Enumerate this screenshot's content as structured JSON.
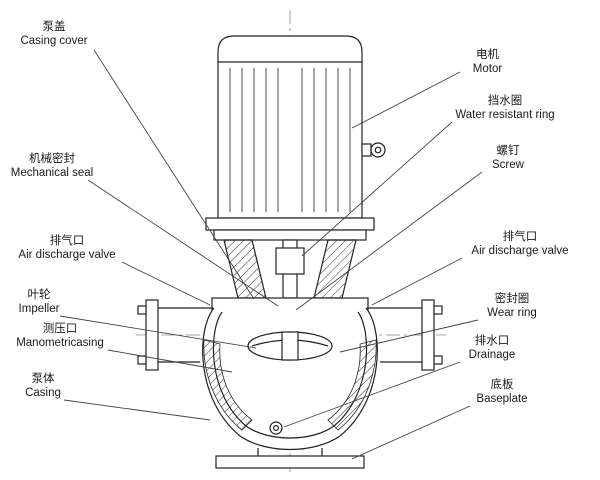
{
  "colors": {
    "line": "#222222",
    "leader": "#444444",
    "background": "#ffffff"
  },
  "labels": {
    "casing_cover": {
      "zh": "泵盖",
      "en": "Casing cover"
    },
    "mechanical_seal": {
      "zh": "机械密封",
      "en": "Mechanical seal"
    },
    "air_discharge_left": {
      "zh": "排气口",
      "en": "Air discharge valve"
    },
    "impeller": {
      "zh": "叶轮",
      "en": "Impeller"
    },
    "manometric": {
      "zh": "测压口",
      "en": "Manometricasing"
    },
    "casing": {
      "zh": "泵体",
      "en": "Casing"
    },
    "motor": {
      "zh": "电机",
      "en": "Motor"
    },
    "water_resistant_ring": {
      "zh": "挡水圈",
      "en": "Water resistant ring"
    },
    "screw": {
      "zh": "螺钉",
      "en": "Screw"
    },
    "air_discharge_right": {
      "zh": "排气口",
      "en": "Air discharge valve"
    },
    "wear_ring": {
      "zh": "密封圈",
      "en": "Wear ring"
    },
    "drainage": {
      "zh": "排水口",
      "en": "Drainage"
    },
    "baseplate": {
      "zh": "底板",
      "en": "Baseplate"
    }
  }
}
